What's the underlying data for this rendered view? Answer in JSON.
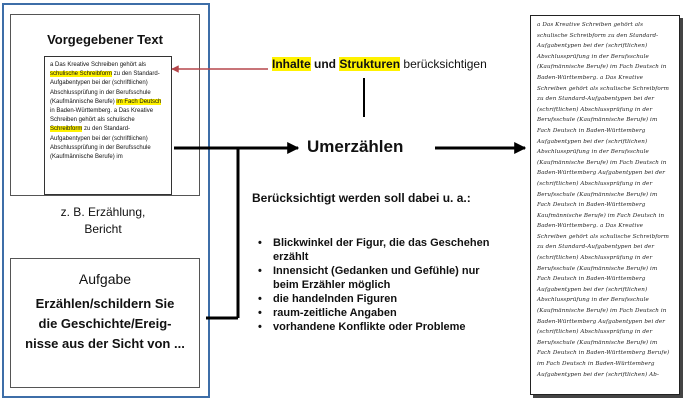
{
  "given_text": {
    "title": "Vorgegebener Text",
    "excerpt_parts": [
      "a Das Kreative Schreiben gehört als ",
      "schulische Schreibform",
      " zu den Standard-Aufgabentypen bei der (schriftlichen) Abschlussprüfung in der Berufsschule (Kaufmännische Berufe) ",
      "im Fach Deutsch",
      " in Baden-Württemberg. a Das Kreative Schreiben gehört als schulische ",
      "Schreibform",
      " zu den Standard-Aufgabentypen bei der (schriftlichen) Abschlussprüfung in der Berufsschule (Kaufmännische Berufe) im"
    ],
    "caption_line1": "z. B. Erzählung,",
    "caption_line2": "Bericht"
  },
  "task": {
    "title": "Aufgabe",
    "line1": "Erzählen/schildern Sie",
    "line2": "die Geschichte/Ereig-",
    "line3": "nisse aus der Sicht von ..."
  },
  "top_label": {
    "word1": "Inhalte",
    "connector": "und",
    "word2": "Strukturen",
    "rest": "berücksichtigen"
  },
  "center_label": "Umerzählen",
  "consider_heading": "Berücksichtigt werden soll dabei u. a.:",
  "bullets": [
    "Blickwinkel der Figur, die das Geschehen erzählt",
    "Innensicht (Gedanken und Gefühle) nur beim Erzähler möglich",
    "die handelnden Figuren",
    "raum-zeitliche Angaben",
    "vorhandene Konflikte oder Probleme"
  ],
  "result_text": "a Das Kreative Schreiben gehört als schulische Schreibform zu den Standard-Aufgabentypen bei der (schriftlichen) Abschlussprüfung in der Berufsschule (Kaufmännische Berufe) im Fach Deutsch in Baden-Württemberg. a Das Kreative Schreiben gehört als schulische Schreibform zu den Standard-Aufgabentypen bei der (schriftlichen) Abschlussprüfung in der Berufsschule (Kaufmännische Berufe) im Fach Deutsch in Baden-Württemberg Aufgabentypen bei der (schriftlichen) Abschlussprüfung in der Berufsschule (Kaufmännische Berufe) im Fach Deutsch in Baden-Württemberg Aufgabentypen bei der (schriftlichen) Abschlussprüfung in der Berufsschule (Kaufmännische Berufe) im Fach Deutsch in Baden-Württemberg Kaufmännische Berufe) im Fach Deutsch in Baden-Württemberg. a Das Kreative Schreiben gehört als schulische Schreibform zu den Standard-Aufgabentypen bei der (schriftlichen) Abschlussprüfung in der Berufsschule (Kaufmännische Berufe) im Fach Deutsch in Baden-Württemberg Aufgabentypen bei der (schriftlichen) Abschlussprüfung in der Berufsschule (Kaufmännische Berufe) im Fach Deutsch in Baden-Württemberg Aufgabentypen bei der (schriftlichen) Abschlussprüfung in der Berufsschule (Kaufmännische Berufe) im Fach Deutsch in Baden-Württemberg Berufe) im Fach Deutsch in Baden-Württemberg Aufgabentypen bei der (schriftlichen) Ab-",
  "colors": {
    "frame_border": "#3d6ea8",
    "highlight": "#fff200",
    "feedback_arrow": "#b5474b"
  }
}
